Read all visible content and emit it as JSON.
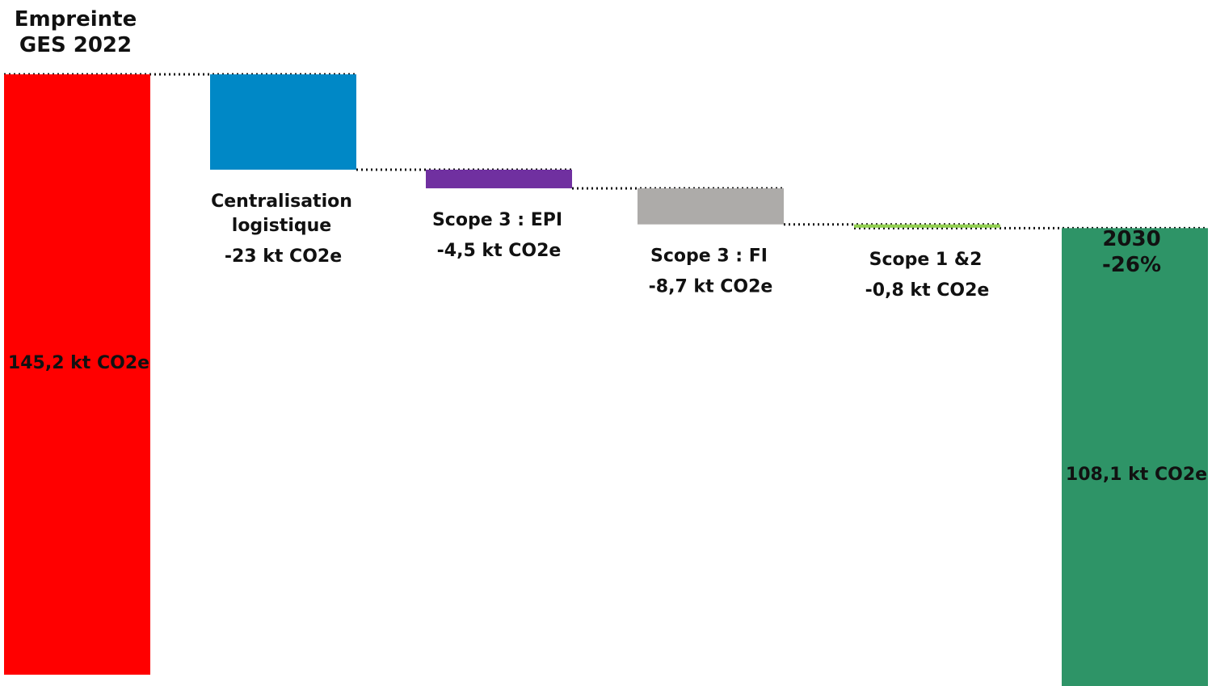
{
  "chart_data": {
    "type": "waterfall",
    "unit": "kt CO2e",
    "start": {
      "title_lines": [
        "Empreinte",
        "GES 2022"
      ],
      "value": 145.2,
      "value_label": "145,2 kt CO2e",
      "color": "#FF0000"
    },
    "steps": [
      {
        "label_lines": [
          "Centralisation",
          "logistique"
        ],
        "value": -23,
        "value_label": "-23 kt CO2e",
        "color": "#0088C6"
      },
      {
        "label_lines": [
          "Scope 3 : EPI"
        ],
        "value": -4.5,
        "value_label": "-4,5 kt CO2e",
        "color": "#7030A0"
      },
      {
        "label_lines": [
          "Scope 3 : FI"
        ],
        "value": -8.7,
        "value_label": "-8,7 kt CO2e",
        "color": "#ADABA9"
      },
      {
        "label_lines": [
          "Scope 1 &2"
        ],
        "value": -0.8,
        "value_label": "-0,8 kt CO2e",
        "color": "#92D050"
      }
    ],
    "end": {
      "title": "2030",
      "change_label": "-26%",
      "change_color": "#2E9467",
      "value": 108.1,
      "value_label": "108,1 kt CO2e",
      "color": "#2E9467"
    },
    "connector_style": "dotted"
  }
}
